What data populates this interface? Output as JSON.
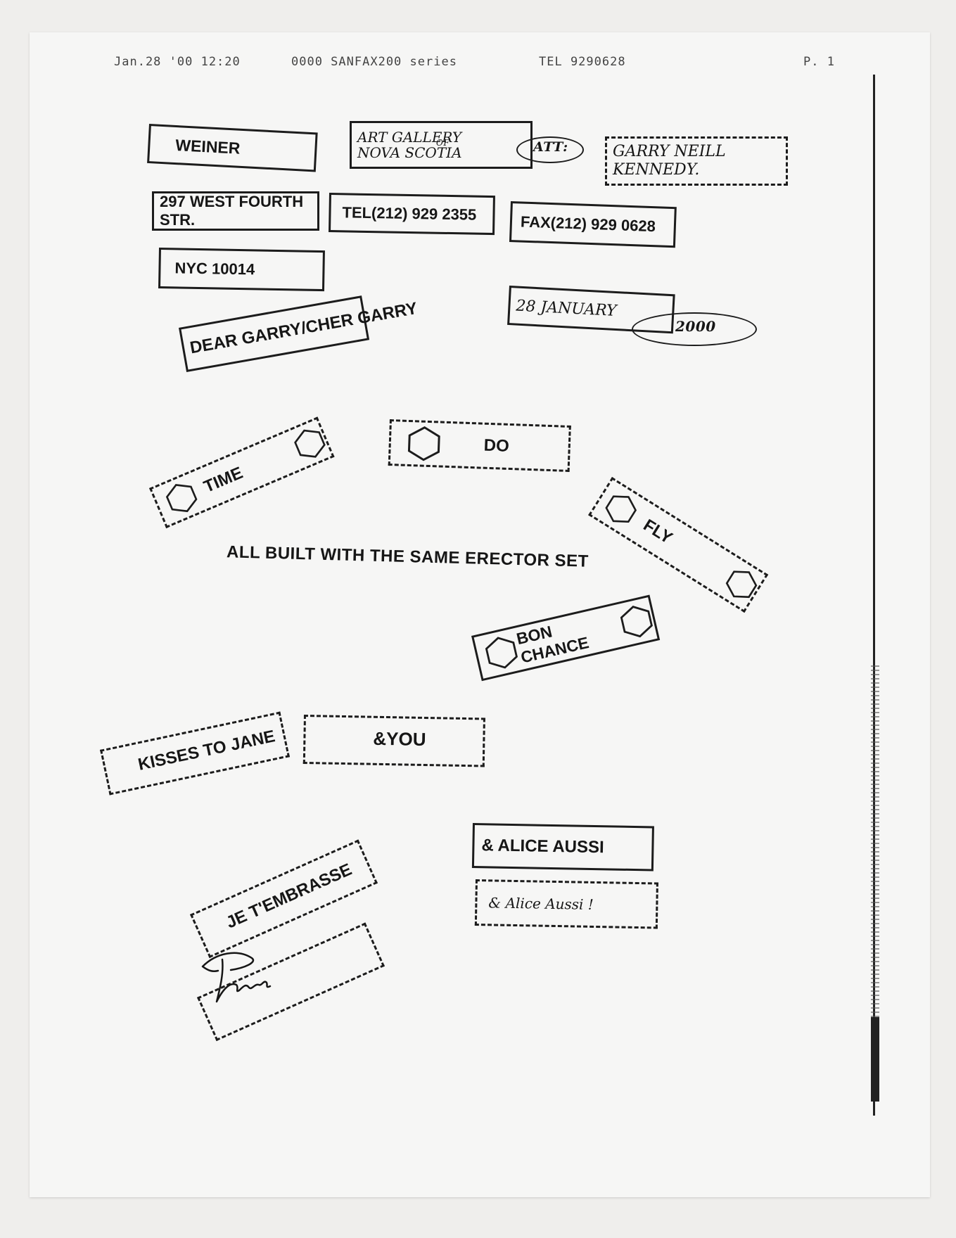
{
  "fax_header": {
    "datetime": "Jan.28 '00 12:20",
    "machine": "0000 SANFAX200 series",
    "tel": "TEL 9290628",
    "page": "P. 1"
  },
  "stamps": {
    "weiner": "WEINER",
    "recipient_org_line1": "ART GALLERY",
    "recipient_org_line2": "OF",
    "recipient_org_line3": "NOVA SCOTIA",
    "attn": "ATT:",
    "recipient_name_line1": "GARRY NEILL",
    "recipient_name_line2": "KENNEDY.",
    "street": "297 WEST FOURTH STR.",
    "tel": "TEL(212) 929 2355",
    "fax": "FAX(212) 929 0628",
    "city": "NYC 10014",
    "date_handwritten": "28 JANUARY",
    "year_handwritten": "2000",
    "salutation": "DEAR GARRY/CHER GARRY",
    "time": "TIME",
    "do": "DO",
    "fly": "FLY",
    "erector": "ALL BUILT WITH THE SAME ERECTOR SET",
    "bon_chance": "BON CHANCE",
    "kisses": "KISSES TO JANE",
    "and_you": "&YOU",
    "alice_typed": "& ALICE AUSSI",
    "alice_handwritten": "& Alice Aussi !",
    "embrasse": "JE T'EMBRASSE"
  }
}
